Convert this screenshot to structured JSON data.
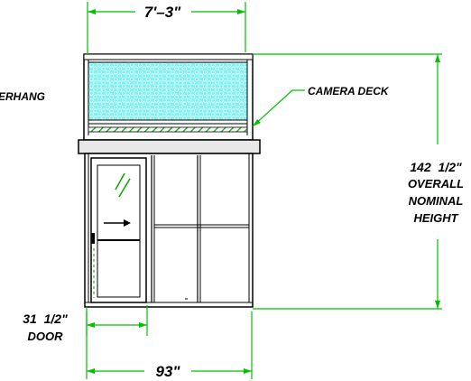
{
  "labels": {
    "width_top": "7'–3\"",
    "overhang": "ERHANG",
    "camera_deck": "CAMERA DECK",
    "height_line1": "142  1/2\"",
    "height_line2": "OVERALL",
    "height_line3": "NOMINAL",
    "height_line4": "HEIGHT",
    "door_line1": "31  1/2\"",
    "door_line2": "DOOR",
    "width_bottom": "93\""
  },
  "colors": {
    "outline": "#000000",
    "dimension": "#00c000",
    "glazing_fill": "#7ff2f2",
    "glazing_hex": "#ffffff",
    "deck_hatch": "#00aa00",
    "glass_mark": "#00aa00",
    "sill": "#e8e8e8"
  },
  "icons": {
    "door_arrow": "arrow-right-icon",
    "glass_reflection": "glass-reflection-icon"
  }
}
